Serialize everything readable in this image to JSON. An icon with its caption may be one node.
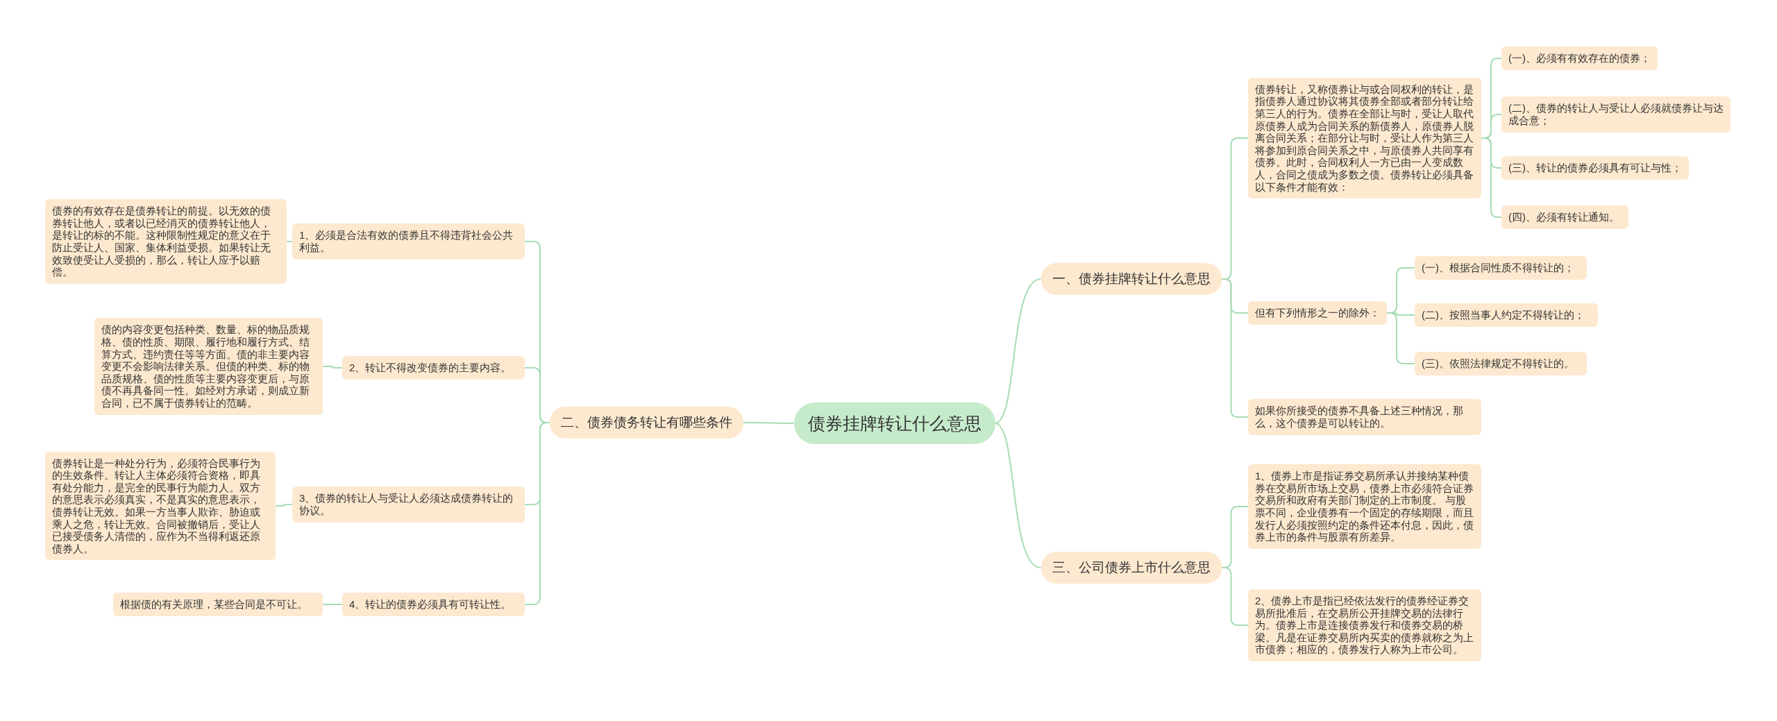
{
  "diagram": {
    "nodes": [
      {
        "text": [
          "债券挂牌转让什么意思"
        ]
      },
      {
        "text": [
          "二、债券债务转让有哪些条件"
        ]
      },
      {
        "text": [
          "1、必须是合法有效的债券且不得违背社会公共利益。"
        ]
      },
      {
        "text": [
          "债券的有效存在是债券转让的前提。以无效的债券转让他人，或者以已经消灭的债券转让他人，是转让的标的不能。这种限制性规定的意义在于防止受让人、国家、集体利益受损。如果转让无效致使受让人受损的，那么，转让人应予以赔偿。"
        ]
      },
      {
        "text": [
          "2、转让不得改变债券的主要内容。"
        ]
      },
      {
        "text": [
          "债的内容变更包括种类、数量、标的物品质规格、债的性质、期限、履行地和履行方式、结算方式、违约责任等等方面。债的非主要内容变更不会影响法律关系。但债的种类、标的物品质规格、债的性质等主要内容变更后，与原债不再具备同一性。如经对方承诺，则成立新合同，已不属于债券转让的范畴。"
        ]
      },
      {
        "text": [
          "3、债券的转让人与受让人必须达成债券转让的协议。"
        ]
      },
      {
        "text": [
          "债券转让是一种处分行为，必须符合民事行为的生效条件。转让人主体必须符合资格，即具有处分能力，是完全的民事行为能力人。双方的意思表示必须真实，不是真实的意思表示，债券转让无效。如果一方当事人欺诈、胁迫或乘人之危，转让无效。合同被撤销后，受让人已接受债务人清偿的，应作为不当得利返还原债券人。"
        ]
      },
      {
        "text": [
          "4、转让的债券必须具有可转让性。"
        ]
      },
      {
        "text": [
          "根据债的有关原理，某些合同是不可让。"
        ]
      },
      {
        "text": [
          "一、债券挂牌转让什么意思"
        ]
      },
      {
        "text": [
          "债券转让，又称债券让与或合同权利的转让，是指债券人通过协议将其债券全部或者部分转让给第三人的行为。债券在全部让与时，受让人取代原债券人成为合同关系的新债券人，原债券人脱离合同关系；在部分让与时，受让人作为第三人将参加到原合同关系之中，与原债券人共同享有债券。此时，合同权利人一方已由一人变成数人，合同之债成为多数之债。债券转让必须具备以下条件才能有效："
        ]
      },
      {
        "text": [
          "(一)、必须有有效存在的债券；"
        ]
      },
      {
        "text": [
          "(二)、债券的转让人与受让人必须就债券让与达成合意；"
        ]
      },
      {
        "text": [
          "(三)、转让的债券必须具有可让与性；"
        ]
      },
      {
        "text": [
          "(四)、必须有转让通知。"
        ]
      },
      {
        "text": [
          "但有下列情形之一的除外："
        ]
      },
      {
        "text": [
          "(一)、根据合同性质不得转让的；"
        ]
      },
      {
        "text": [
          "(二)、按照当事人约定不得转让的；"
        ]
      },
      {
        "text": [
          "(三)、依照法律规定不得转让的。"
        ]
      },
      {
        "text": [
          "如果你所接受的债券不具备上述三种情况，那么，这个债券是可以转让的。"
        ]
      },
      {
        "text": [
          "三、公司债券上市什么意思"
        ]
      },
      {
        "text": [
          "1、债券上市是指证券交易所承认并接纳某种债券在交易所市场上交易，债券上市必须符合证券交易所和政府有关部门制定的上市制度。 与股票不同，企业债券有一个固定的存续期限，而且发行人必须按照约定的条件还本付息，因此，债券上市的条件与股票有所差异。"
        ]
      },
      {
        "text": [
          "2、债券上市是指已经依法发行的债券经证券交易所批准后，在交易所公开挂牌交易的法律行为。债券上市是连接债券发行和债券交易的桥梁。凡是在证券交易所内买卖的债券就称之为上市债券；相应的，债券发行人称为上市公司。"
        ]
      }
    ],
    "edges": [
      {
        "from": 0,
        "to": 1,
        "arrow": "none"
      },
      {
        "from": 1,
        "to": 2,
        "arrow": "none"
      },
      {
        "from": 2,
        "to": 3,
        "arrow": "none"
      },
      {
        "from": 1,
        "to": 4,
        "arrow": "none"
      },
      {
        "from": 4,
        "to": 5,
        "arrow": "none"
      },
      {
        "from": 1,
        "to": 6,
        "arrow": "none"
      },
      {
        "from": 6,
        "to": 7,
        "arrow": "none"
      },
      {
        "from": 1,
        "to": 8,
        "arrow": "none"
      },
      {
        "from": 8,
        "to": 9,
        "arrow": "none"
      },
      {
        "from": 0,
        "to": 10,
        "arrow": "none"
      },
      {
        "from": 10,
        "to": 11,
        "arrow": "none"
      },
      {
        "from": 11,
        "to": 12,
        "arrow": "none"
      },
      {
        "from": 11,
        "to": 13,
        "arrow": "none"
      },
      {
        "from": 11,
        "to": 14,
        "arrow": "none"
      },
      {
        "from": 11,
        "to": 15,
        "arrow": "none"
      },
      {
        "from": 10,
        "to": 16,
        "arrow": "none"
      },
      {
        "from": 16,
        "to": 17,
        "arrow": "none"
      },
      {
        "from": 16,
        "to": 18,
        "arrow": "none"
      },
      {
        "from": 16,
        "to": 19,
        "arrow": "none"
      },
      {
        "from": 10,
        "to": 20,
        "arrow": "none"
      },
      {
        "from": 0,
        "to": 21,
        "arrow": "none"
      },
      {
        "from": 21,
        "to": 22,
        "arrow": "none"
      },
      {
        "from": 21,
        "to": 23,
        "arrow": "none"
      }
    ]
  }
}
